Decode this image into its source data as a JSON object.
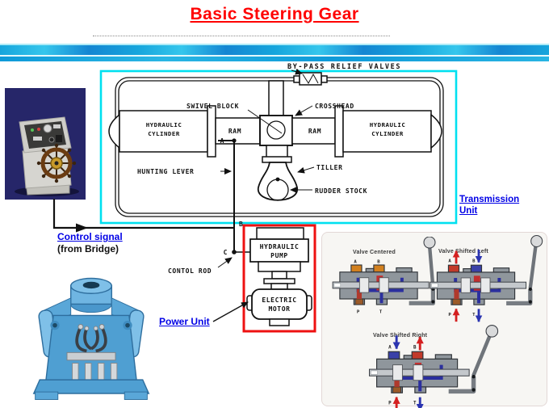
{
  "title": "Basic Steering Gear",
  "colors": {
    "title_red": "#ff0000",
    "link_blue": "#0000e6",
    "diagram_border_cyan": "#00e0f0",
    "power_unit_box_red": "#ee1111",
    "banner_blue": "#1486d2",
    "banner_cyan": "#35c6ec"
  },
  "labels": {
    "control_signal": "Control signal",
    "from_bridge": "(from Bridge)",
    "transmission_unit": "Transmission Unit",
    "power_unit": "Power Unit"
  },
  "schematic": {
    "bypass": "BY-PASS RELIEF VALVES",
    "swivel_block": "SWIVEL BLOCK",
    "crosshead": "CROSSHEAD",
    "hydraulic": "HYDRAULIC",
    "cylinder": "CYLINDER",
    "ram": "RAM",
    "hunting_lever": "HUNTING LEVER",
    "tiller": "TILLER",
    "rudder_stock": "RUDDER STOCK",
    "point_a": "A",
    "point_b": "B",
    "point_c": "C",
    "contol_rod": "CONTOL ROD",
    "pump_line1": "HYDRAULIC",
    "pump_line2": "PUMP",
    "motor_line1": "ELECTRIC",
    "motor_line2": "MOTOR"
  },
  "valves": {
    "titles": [
      "Valve Centered",
      "Valve Shifted Left",
      "Valve Shifted Right"
    ],
    "ports": {
      "a": "A",
      "b": "B",
      "p": "P",
      "t": "T"
    }
  }
}
